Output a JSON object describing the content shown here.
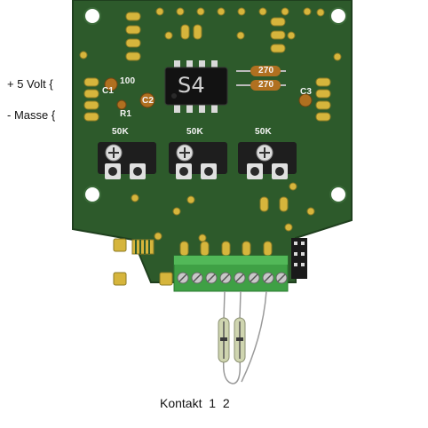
{
  "labels": {
    "power_plus": "+ 5 Volt {",
    "ground": "- Masse {",
    "caption": "Kontakt  1  2"
  },
  "components": {
    "c1": "C1",
    "c2": "C2",
    "c3": "C3",
    "r1": "R1",
    "r100": "100",
    "r270a": "270",
    "r270b": "270",
    "chip_marking": "S4",
    "pot1": "50K",
    "pot2": "50K",
    "pot3": "50K"
  },
  "colors": {
    "pcb": "#2d5a2b",
    "pad_gold": "#d6b53c",
    "terminal_green": "#3fa045",
    "capacitor": "#b07020",
    "chip_black": "#121212",
    "reed_glass": "#cfd5b0"
  }
}
